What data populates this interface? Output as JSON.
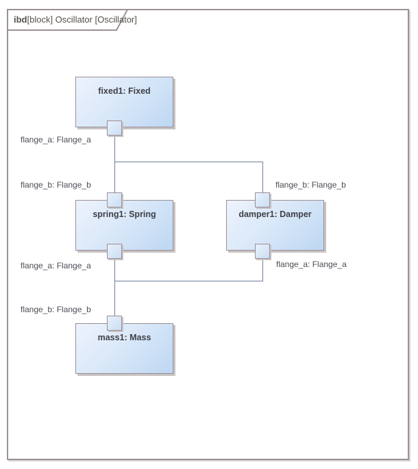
{
  "frame": {
    "diagram_type": "ibd",
    "title": "[block] Oscillator [Oscillator]"
  },
  "blocks": {
    "fixed1": {
      "label": "fixed1: Fixed"
    },
    "spring1": {
      "label": "spring1: Spring"
    },
    "damper1": {
      "label": "damper1: Damper"
    },
    "mass1": {
      "label": "mass1: Mass"
    }
  },
  "ports": {
    "fixed1_flange_a": {
      "label": "flange_a: Flange_a"
    },
    "spring1_flange_b": {
      "label": "flange_b: Flange_b"
    },
    "spring1_flange_a": {
      "label": "flange_a: Flange_a"
    },
    "damper1_flange_b": {
      "label": "flange_b: Flange_b"
    },
    "damper1_flange_a": {
      "label": "flange_a: Flange_a"
    },
    "mass1_flange_b": {
      "label": "flange_b: Flange_b"
    }
  },
  "connectors": [
    {
      "from": "fixed1.flange_a",
      "to": "spring1.flange_b"
    },
    {
      "from": "fixed1.flange_a",
      "to": "damper1.flange_b"
    },
    {
      "from": "spring1.flange_a",
      "to": "mass1.flange_b"
    },
    {
      "from": "damper1.flange_a",
      "to": "mass1.flange_b"
    }
  ],
  "colors": {
    "frame_border": "#9c9191",
    "frame_shadow": "#d9d5d5",
    "title_text": "#55504a",
    "block_fill_light": "#edf3fc",
    "block_fill_dark": "#bdd7f3",
    "block_border": "#9b8e94",
    "block_text": "#3f3f46",
    "element_shadow": "#c8c3c3",
    "connector": "#6e7e97",
    "label_text": "#4c4c55"
  }
}
